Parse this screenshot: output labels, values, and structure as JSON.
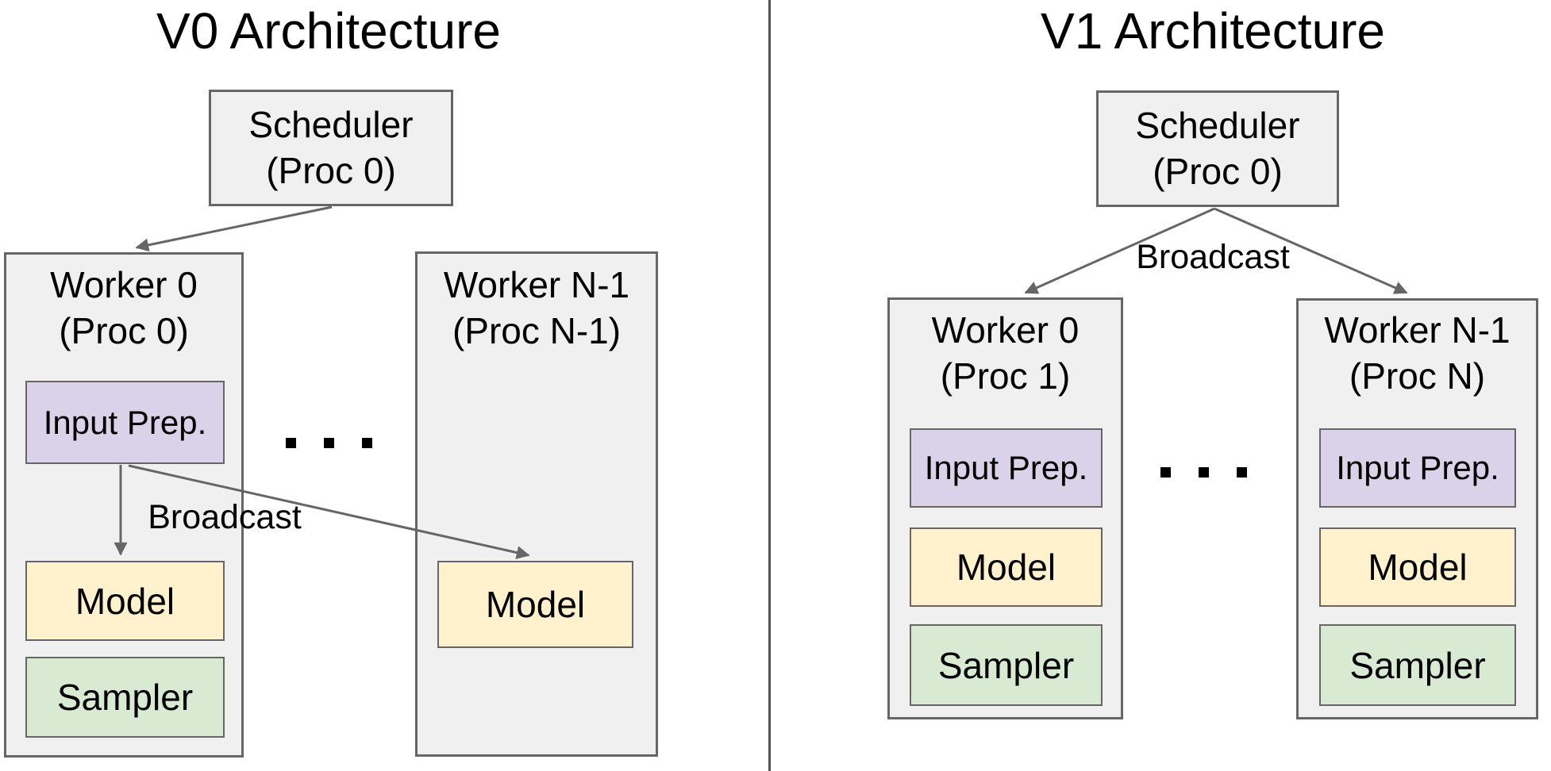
{
  "diagram": {
    "left": {
      "title": "V0 Architecture",
      "scheduler": {
        "line1": "Scheduler",
        "line2": "(Proc 0)"
      },
      "worker0": {
        "line1": "Worker 0",
        "line2": "(Proc 0)",
        "input_prep": "Input Prep.",
        "model": "Model",
        "sampler": "Sampler"
      },
      "workerN": {
        "line1": "Worker N-1",
        "line2": "(Proc N-1)",
        "model": "Model"
      },
      "broadcast_label": "Broadcast",
      "ellipsis": ". . ."
    },
    "right": {
      "title": "V1 Architecture",
      "scheduler": {
        "line1": "Scheduler",
        "line2": "(Proc 0)"
      },
      "worker0": {
        "line1": "Worker 0",
        "line2": "(Proc 1)",
        "input_prep": "Input Prep.",
        "model": "Model",
        "sampler": "Sampler"
      },
      "workerN": {
        "line1": "Worker N-1",
        "line2": "(Proc N)",
        "input_prep": "Input Prep.",
        "model": "Model",
        "sampler": "Sampler"
      },
      "broadcast_label": "Broadcast",
      "ellipsis": ". . ."
    },
    "colors": {
      "purple": "#d9d2e9",
      "yellow": "#fff2cc",
      "green": "#d9ead3",
      "gray-fill": "#f0f0f0",
      "border": "#666666",
      "arrow": "#666666"
    }
  }
}
